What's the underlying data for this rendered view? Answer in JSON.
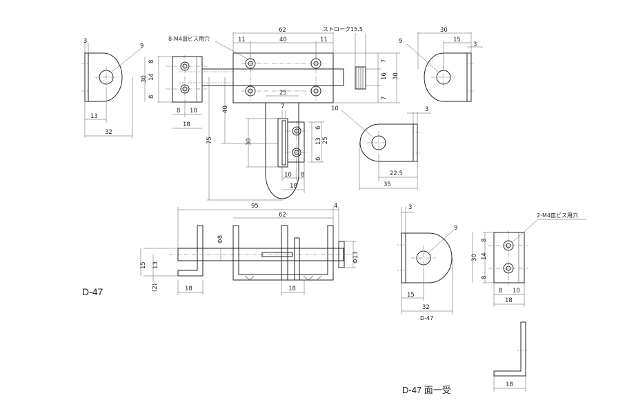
{
  "labels": {
    "main_model": "D-47",
    "receiver_model": "D-47",
    "receiver_variant": "D-47 面一受",
    "screw_note_main": "8-M4皿ビス用穴",
    "screw_note_receiver": "2-M4皿ビス用穴",
    "stroke_note": "ストローク15.5"
  },
  "dims": {
    "d3": "3",
    "d9": "9",
    "d10": "10",
    "d13": "13",
    "d32": "32",
    "d8": "8",
    "d14": "14",
    "d30": "30",
    "d18": "18",
    "d62": "62",
    "d11": "11",
    "d40": "40",
    "d7": "7",
    "d16": "16",
    "d25": "25",
    "d75": "75",
    "d6": "6",
    "d15": "15",
    "d22_5": "22.5",
    "d35": "35",
    "d95": "95",
    "d4": "4",
    "phi8": "Φ8",
    "phi13": "Φ13",
    "d2": "(2)"
  }
}
